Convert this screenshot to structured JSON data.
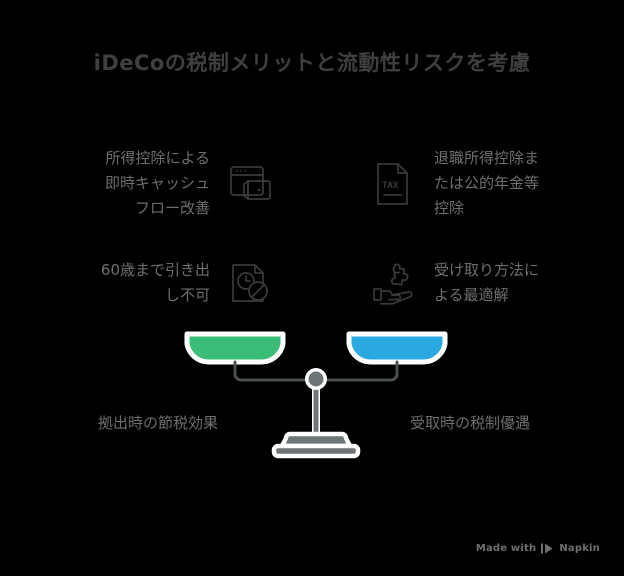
{
  "title": "iDeCoの税制メリットと流動性リスクを考慮",
  "features": {
    "left": [
      {
        "text": "所得控除による\n即時キャッシュ\nフロー改善",
        "icon": "browser-wallet-icon"
      },
      {
        "text": "60歳まで引き出\nし不可",
        "icon": "document-clock-prohibited-icon"
      }
    ],
    "right": [
      {
        "text": "退職所得控除ま\nたは公的年金等\n控除",
        "icon": "tax-document-icon"
      },
      {
        "text": "受け取り方法に\nよる最適解",
        "icon": "hand-puzzle-icon"
      }
    ]
  },
  "scale": {
    "left_pan_color": "#3cbc79",
    "right_pan_color": "#29a9df",
    "frame_color": "#4a4f52",
    "base_color": "#6f7477",
    "left_label": "拠出時の節税効果",
    "right_label": "受取時の税制優遇"
  },
  "watermark": {
    "prefix": "Made with",
    "brand": "Napkin"
  },
  "colors": {
    "background": "#000000",
    "title_text": "#3f3f3f",
    "body_text": "#6e6e6e",
    "icon_stroke": "#3a3a3a"
  }
}
